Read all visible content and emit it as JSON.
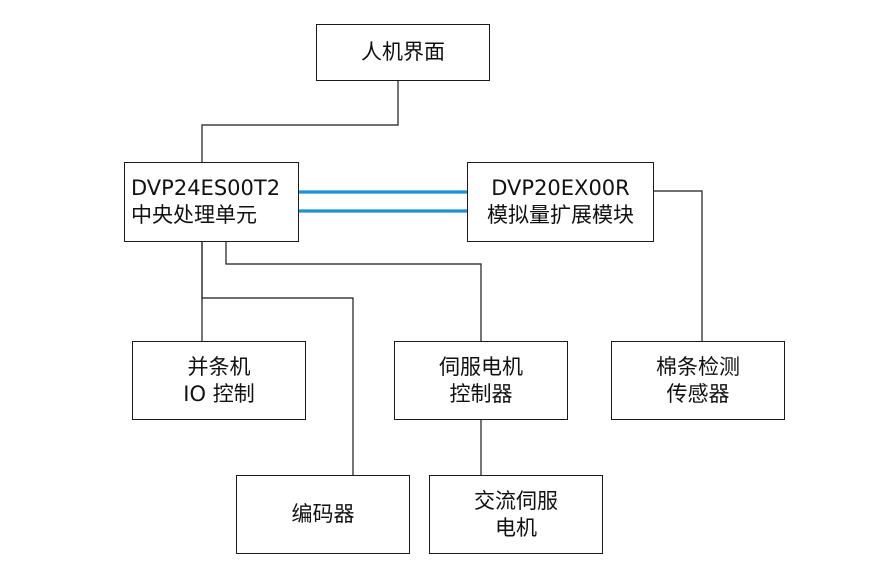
{
  "colors": {
    "line": "#1a1a1a",
    "bus": "#1e90d6",
    "background": "#ffffff"
  },
  "nodes": {
    "hmi": {
      "lines": [
        "人机界面"
      ]
    },
    "cpu": {
      "lines": [
        "DVP24ES00T2",
        "中央处理单元"
      ]
    },
    "analog": {
      "lines": [
        "DVP20EX00R",
        "模拟量扩展模块"
      ]
    },
    "io": {
      "lines": [
        "并条机",
        "IO 控制"
      ]
    },
    "servo_ctrl": {
      "lines": [
        "伺服电机",
        "控制器"
      ]
    },
    "sensor": {
      "lines": [
        "棉条检测",
        "传感器"
      ]
    },
    "encoder": {
      "lines": [
        "编码器"
      ]
    },
    "ac_servo": {
      "lines": [
        "交流伺服",
        "电机"
      ]
    }
  }
}
